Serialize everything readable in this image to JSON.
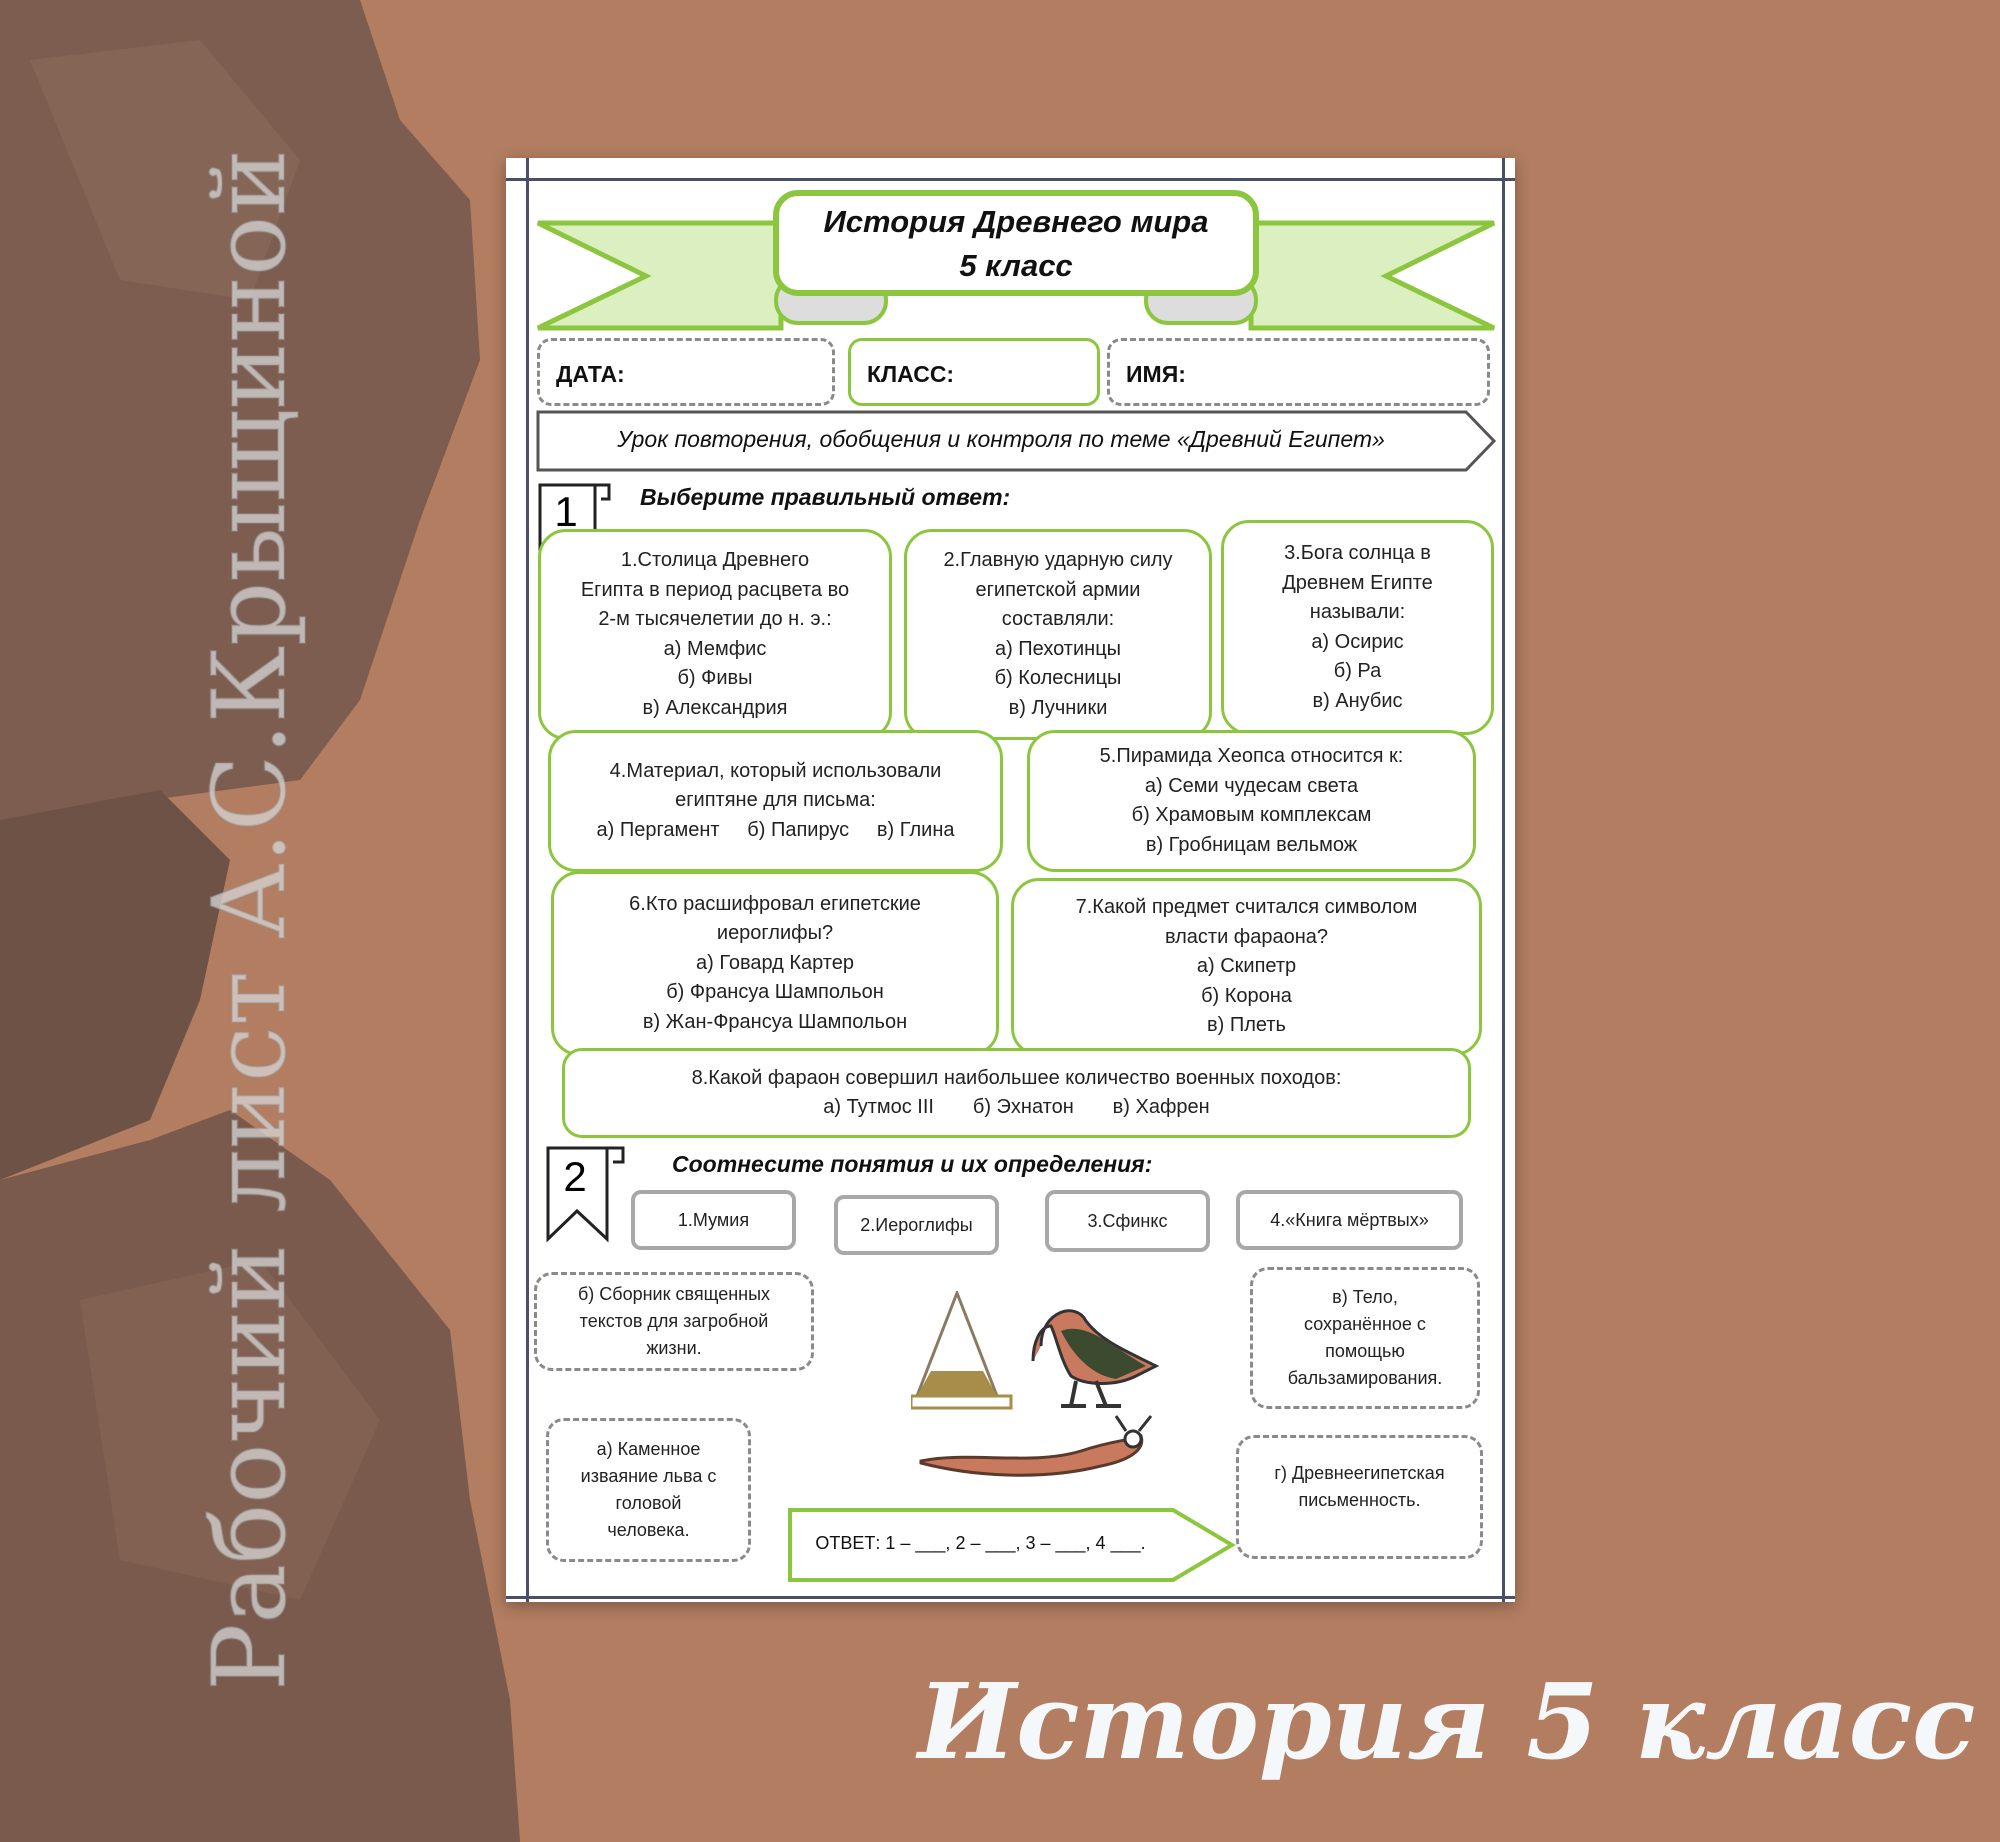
{
  "header": {
    "title_line1": "История Древнего мира",
    "title_line2": "5 класс"
  },
  "fields": {
    "date": "ДАТА:",
    "class": "КЛАСС:",
    "name": "ИМЯ:"
  },
  "lesson": "Урок повторения, обобщения и контроля по теме «Древний Египет»",
  "task1": {
    "number": "1",
    "heading": "Выберите правильный ответ:",
    "questions": [
      {
        "lines": [
          "1.Столица Древнего",
          "Египта в период расцвета во",
          "2-м тысячелетии до н. э.:",
          "а) Мемфис",
          "б) Фивы",
          "в) Александрия"
        ]
      },
      {
        "lines": [
          "2.Главную ударную силу",
          "египетской армии",
          "составляли:",
          "а) Пехотинцы",
          "б) Колесницы",
          "в) Лучники"
        ]
      },
      {
        "lines": [
          "3.Бога солнца в",
          "Древнем Египте",
          "называли:",
          "а) Осирис",
          "б) Ра",
          "в) Анубис"
        ]
      },
      {
        "lines": [
          "4.Материал, который использовали",
          "египтяне для письма:",
          "а) Пергамент     б) Папирус     в) Глина"
        ]
      },
      {
        "lines": [
          "5.Пирамида Хеопса относится к:",
          "а) Семи чудесам света",
          "б) Храмовым комплексам",
          "в) Гробницам вельмож"
        ]
      },
      {
        "lines": [
          "6.Кто расшифровал египетские",
          "иероглифы?",
          "а) Говард Картер",
          "б) Франсуа Шампольон",
          "в) Жан-Франсуа Шампольон"
        ]
      },
      {
        "lines": [
          "7.Какой предмет считался символом",
          "власти фараона?",
          "а) Скипетр",
          "б) Корона",
          "в) Плеть"
        ]
      },
      {
        "lines": [
          "8.Какой фараон совершил наибольшее количество военных походов:",
          "а) Тутмос III       б) Эхнатон       в) Хафрен"
        ]
      }
    ]
  },
  "task2": {
    "number": "2",
    "heading": "Соотнесите понятия и их определения:",
    "terms": [
      "1.Мумия",
      "2.Иероглифы",
      "3.Сфинкс",
      "4.«Книга мёртвых»"
    ],
    "definitions": {
      "b": [
        "б) Сборник священных",
        "текстов для загробной",
        "жизни."
      ],
      "v": [
        "в) Тело,",
        "сохранённое с",
        "помощью",
        "бальзамирования."
      ],
      "a": [
        "а) Каменное",
        "изваяние льва с",
        "головой",
        "человека."
      ],
      "g": [
        "г) Древнеегипетская",
        "письменность."
      ]
    },
    "answer": "ОТВЕТ: 1 – ___, 2 – ___, 3 – ___, 4 ___."
  },
  "watermark": "Рабочий лист А.С.Крыщиной",
  "footer": "История 5 класс",
  "colors": {
    "accent": "#8cc63f",
    "background": "#b27d60",
    "rock": "#7a5a4c"
  }
}
